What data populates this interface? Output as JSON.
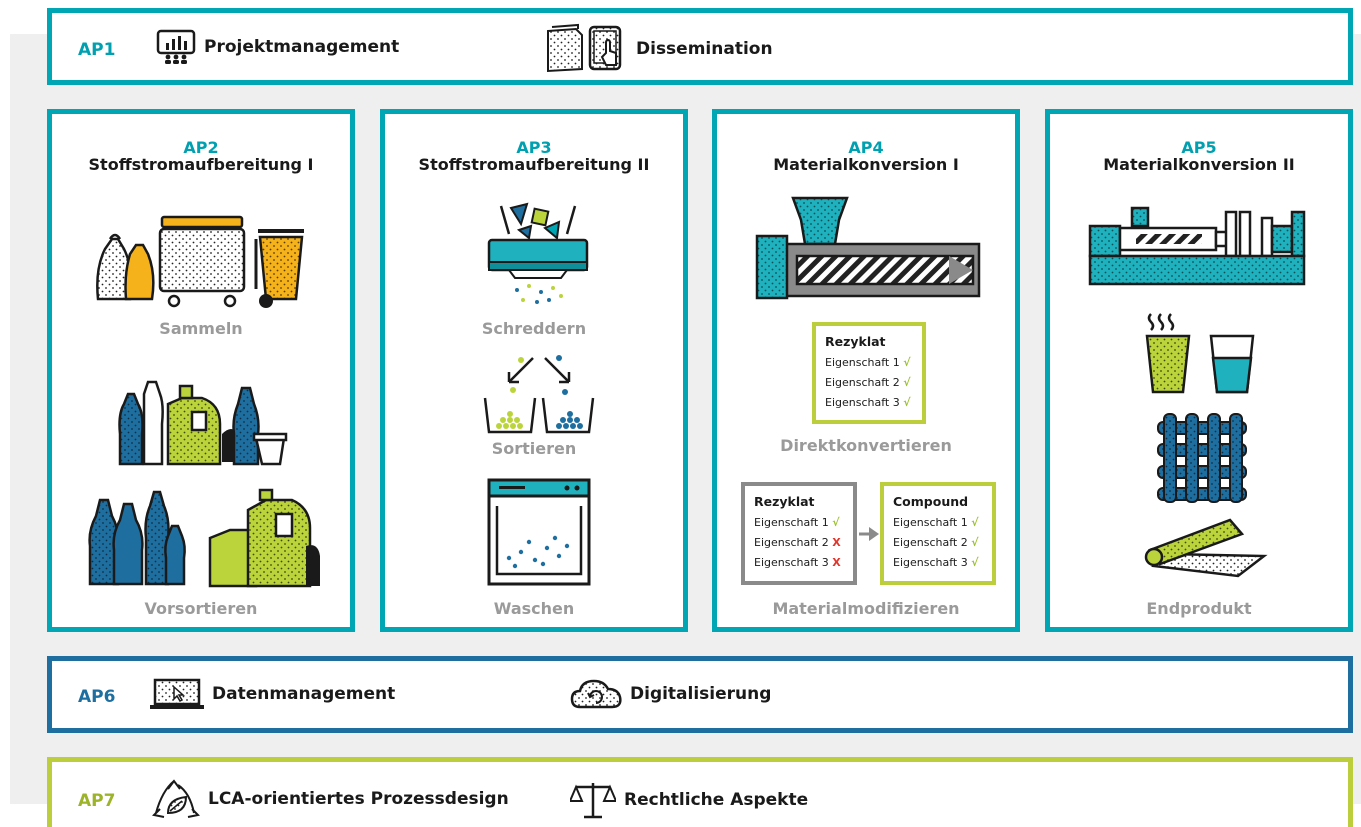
{
  "ap1": {
    "label": "AP1",
    "items": [
      {
        "text": "Projektmanagement",
        "icon": "presentation-chart-icon"
      },
      {
        "text": "Dissemination",
        "icon": "documents-tablet-icon"
      }
    ]
  },
  "work_packages": [
    {
      "label": "AP2",
      "title": "Stoffstromaufbereitung I",
      "steps": [
        "Sammeln",
        "Vorsortieren"
      ]
    },
    {
      "label": "AP3",
      "title": "Stoffstromaufbereitung II",
      "steps": [
        "Schreddern",
        "Sortieren",
        "Waschen"
      ]
    },
    {
      "label": "AP4",
      "title": "Materialkonversion I",
      "steps": [
        "Direktkonvertieren",
        "Materialmodifizieren"
      ]
    },
    {
      "label": "AP5",
      "title": "Materialkonversion II",
      "steps": [
        "Endprodukt"
      ]
    }
  ],
  "direkt_box": {
    "title": "Rezyklat",
    "rows": [
      {
        "name": "Eigenschaft 1",
        "mark": "√"
      },
      {
        "name": "Eigenschaft 2",
        "mark": "√"
      },
      {
        "name": "Eigenschaft 3",
        "mark": "√"
      }
    ]
  },
  "modify_left_box": {
    "title": "Rezyklat",
    "rows": [
      {
        "name": "Eigenschaft 1",
        "mark": "√"
      },
      {
        "name": "Eigenschaft 2",
        "mark": "X"
      },
      {
        "name": "Eigenschaft 3",
        "mark": "X"
      }
    ]
  },
  "modify_right_box": {
    "title": "Compound",
    "rows": [
      {
        "name": "Eigenschaft 1",
        "mark": "√"
      },
      {
        "name": "Eigenschaft 2",
        "mark": "√"
      },
      {
        "name": "Eigenschaft 3",
        "mark": "√"
      }
    ]
  },
  "ap6": {
    "label": "AP6",
    "items": [
      {
        "text": "Datenmanagement",
        "icon": "laptop-cursor-icon"
      },
      {
        "text": "Digitalisierung",
        "icon": "cloud-sync-icon"
      }
    ]
  },
  "ap7": {
    "label": "AP7",
    "items": [
      {
        "text": "LCA-orientiertes Prozessdesign",
        "icon": "recycle-leaf-icon"
      },
      {
        "text": "Rechtliche Aspekte",
        "icon": "scales-icon"
      }
    ]
  },
  "colors": {
    "teal": "#00a6b4",
    "blue": "#1e6fa0",
    "lime": "#bcce3c",
    "yellow": "#f6b21b",
    "grey_text": "#9a9a9a",
    "check": "#9cc12e",
    "cross": "#e2352b"
  }
}
